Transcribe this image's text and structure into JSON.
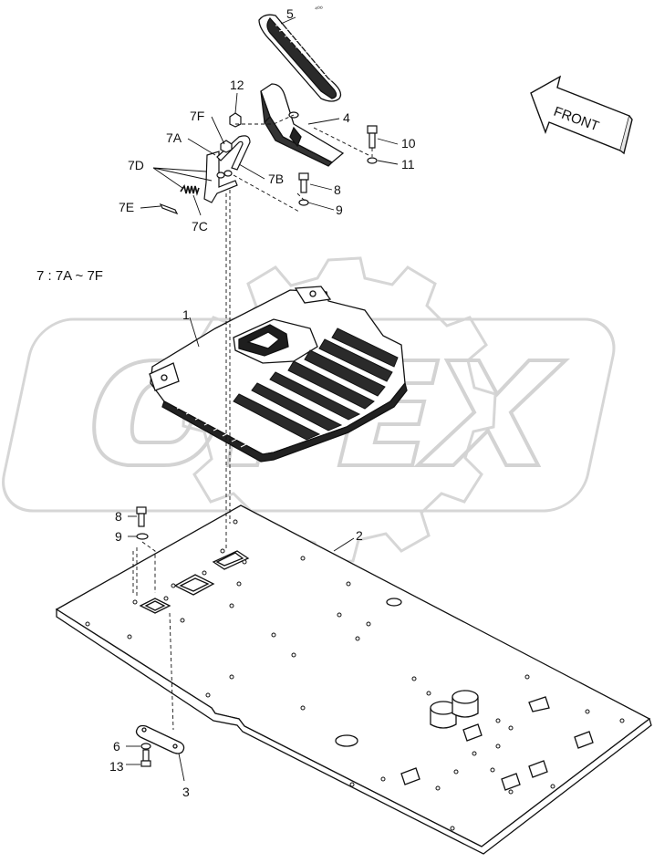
{
  "diagram": {
    "direction_label": "FRONT",
    "kit_note": "7 : 7A ~ 7F",
    "watermark": "OPEX",
    "corner_mark": "⁴⁰⁰",
    "callouts": {
      "c1": "1",
      "c2": "2",
      "c3": "3",
      "c4": "4",
      "c5": "5",
      "c6": "6",
      "c7A": "7A",
      "c7B": "7B",
      "c7C": "7C",
      "c7D": "7D",
      "c7E": "7E",
      "c7F": "7F",
      "c8_top": "8",
      "c8_bottom": "8",
      "c9_top": "9",
      "c9_bottom": "9",
      "c10": "10",
      "c11": "11",
      "c12": "12",
      "c13": "13"
    }
  },
  "colors": {
    "line": "#111111",
    "watermark": "#d9d9d9",
    "background": "#ffffff"
  }
}
